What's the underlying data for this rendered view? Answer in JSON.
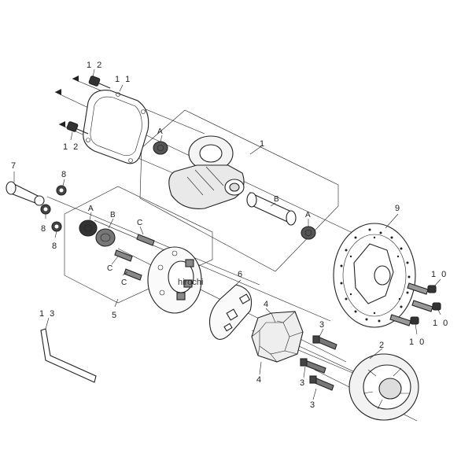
{
  "callouts": {
    "c1": "1",
    "c2": "2",
    "c3a": "3",
    "c3b": "3",
    "c3c": "3",
    "c4a": "4",
    "c4b": "4",
    "c5": "5",
    "c6": "6",
    "c7": "7",
    "c8a": "8",
    "c8b": "8",
    "c8c": "8",
    "c9": "9",
    "c10a": "1 0",
    "c10b": "1 0",
    "c10c": "1 0",
    "c11": "1 1",
    "c12a": "1 2",
    "c12b": "1 2",
    "c13": "1 3",
    "cA1": "A",
    "cA2": "A",
    "cA3": "A",
    "cB1": "B",
    "cB2": "B",
    "cC1": "C",
    "cC2": "C",
    "cC3": "C"
  },
  "watermark": "hirochi"
}
